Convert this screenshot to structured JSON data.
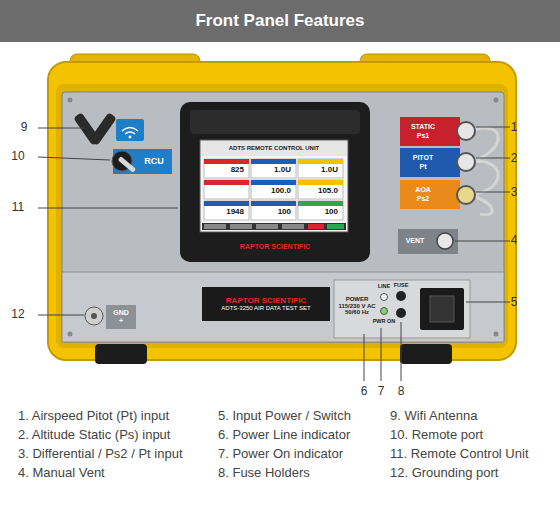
{
  "diagram": {
    "title": "Front Panel Features",
    "nodes": [
      {
        "text": [
          "RCU"
        ]
      },
      {
        "text": [
          "ADTS REMOTE CONTROL UNIT"
        ]
      },
      {
        "text": [
          "STATIC Ps1"
        ]
      },
      {
        "text": [
          "PITOT Pt"
        ]
      },
      {
        "text": [
          "AOA Ps2"
        ]
      },
      {
        "text": [
          "VENT"
        ]
      },
      {
        "text": [
          "GND +"
        ]
      },
      {
        "text": [
          "RAPTOR SCIENTIFIC",
          "ADTS-3250 AIR DATA TEST SET"
        ]
      },
      {
        "text": [
          "POWER 115/230 V AC 50/60 Hz"
        ]
      }
    ],
    "labels": [
      "9",
      "10",
      "11",
      "12",
      "1",
      "2",
      "3",
      "4",
      "5",
      "6",
      "7",
      "8",
      "825",
      "1.0U",
      "1.0U",
      "100.0",
      "105.0",
      "1948",
      "100",
      "100",
      "RAPTOR SCIENTIFIC",
      "LINE",
      "PWR ON",
      "FUSE",
      "1. Airspeed Pitot (Pt) input",
      "2. Altitude Static (Ps) input",
      "3. Differential / Ps2 / Pt input",
      "4. Manual Vent",
      "5. Input Power / Switch",
      "6. Power Line indicator",
      "7. Power On indicator",
      "8. Fuse Holders",
      "9. Wifi Antenna",
      "10. Remote port",
      "11. Remote Control Unit",
      "12. Grounding port"
    ]
  }
}
